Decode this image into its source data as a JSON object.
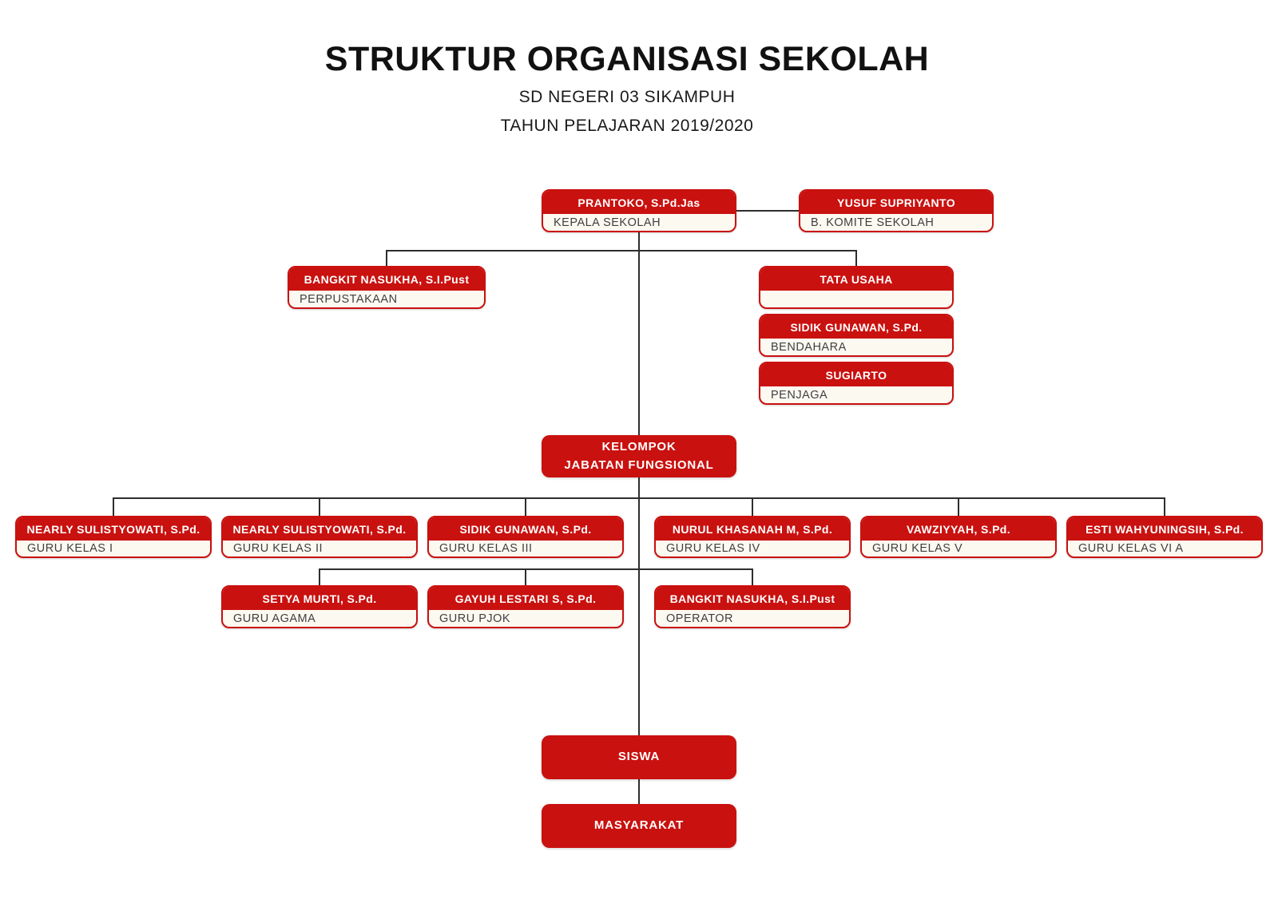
{
  "header": {
    "title": "STRUKTUR ORGANISASI SEKOLAH",
    "subtitle1": "SD NEGERI 03 SIKAMPUH",
    "subtitle2": "TAHUN PELAJARAN 2019/2020"
  },
  "colors": {
    "accent_red": "#C9110F",
    "box_fill": "#FCF9F1",
    "line_color": "#2E2E2E"
  },
  "nodes": {
    "kepala": {
      "name": "PRANTOKO, S.Pd.Jas",
      "role": "KEPALA SEKOLAH"
    },
    "komite": {
      "name": "YUSUF SUPRIYANTO",
      "role": "B. KOMITE SEKOLAH"
    },
    "perpustakaan": {
      "name": "BANGKIT NASUKHA, S.I.Pust",
      "role": "PERPUSTAKAAN"
    },
    "tata_usaha": {
      "name": "TATA USAHA",
      "role": ""
    },
    "bendahara": {
      "name": "SIDIK GUNAWAN, S.Pd.",
      "role": "BENDAHARA"
    },
    "penjaga": {
      "name": "SUGIARTO",
      "role": "PENJAGA"
    },
    "kelompok": {
      "name": "KELOMPOK\nJABATAN FUNGSIONAL"
    },
    "guru1": {
      "name": "NEARLY SULISTYOWATI, S.Pd.",
      "role": "GURU KELAS I"
    },
    "guru2": {
      "name": "NEARLY SULISTYOWATI, S.Pd.",
      "role": "GURU KELAS II"
    },
    "guru3": {
      "name": "SIDIK GUNAWAN, S.Pd.",
      "role": "GURU KELAS III"
    },
    "guru4": {
      "name": "NURUL KHASANAH M, S.Pd.",
      "role": "GURU KELAS IV"
    },
    "guru5": {
      "name": "VAWZIYYAH, S.Pd.",
      "role": "GURU KELAS V"
    },
    "guru6": {
      "name": "ESTI WAHYUNINGSIH, S.Pd.",
      "role": "GURU KELAS VI A"
    },
    "guru_agama": {
      "name": "SETYA MURTI, S.Pd.",
      "role": "GURU AGAMA"
    },
    "guru_pjok": {
      "name": "GAYUH LESTARI S, S.Pd.",
      "role": "GURU PJOK"
    },
    "operator": {
      "name": "BANGKIT NASUKHA, S.I.Pust",
      "role": "OPERATOR"
    },
    "siswa": {
      "name": "SISWA"
    },
    "masyarakat": {
      "name": "MASYARAKAT"
    }
  }
}
